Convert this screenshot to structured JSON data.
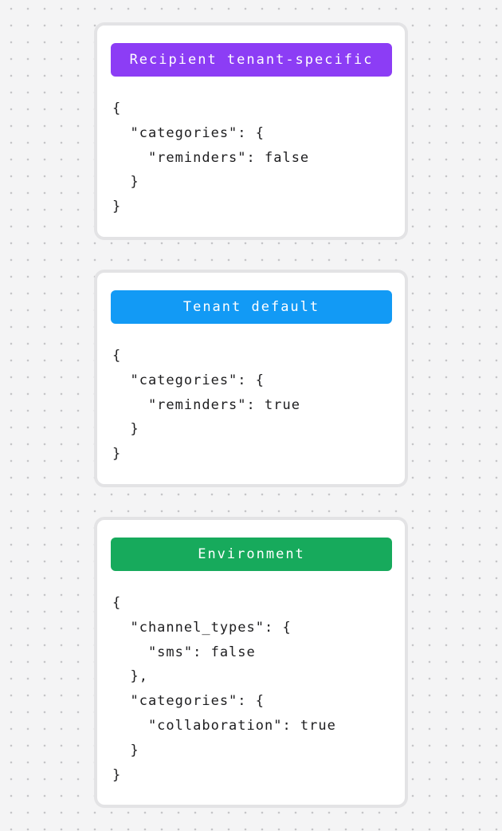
{
  "canvas": {
    "background_color": "#f4f4f5",
    "dot_color": "#c5c5c8",
    "card_background": "#ffffff",
    "card_ring_color": "#e3e3e5",
    "code_text_color": "#1d1d1f"
  },
  "cards": [
    {
      "badge": {
        "label": "Recipient tenant-specific",
        "color": "#8c3df5",
        "text_color": "#ffffff"
      },
      "code": "{\n  \"categories\": {\n    \"reminders\": false\n  }\n}"
    },
    {
      "badge": {
        "label": "Tenant default",
        "color": "#129af5",
        "text_color": "#ffffff"
      },
      "code": "{\n  \"categories\": {\n    \"reminders\": true\n  }\n}"
    },
    {
      "badge": {
        "label": "Environment",
        "color": "#17aa5c",
        "text_color": "#ffffff"
      },
      "code": "{\n  \"channel_types\": {\n    \"sms\": false\n  },\n  \"categories\": {\n    \"collaboration\": true\n  }\n}"
    }
  ]
}
